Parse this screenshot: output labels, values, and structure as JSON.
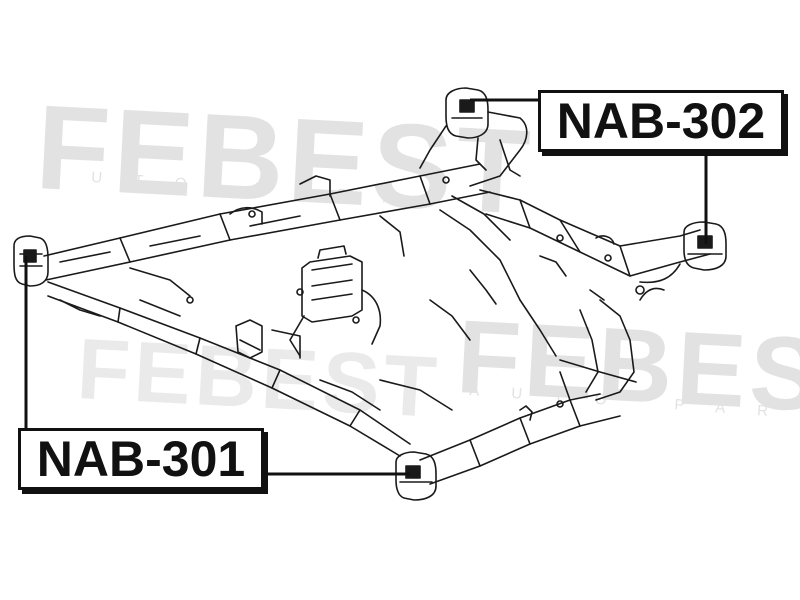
{
  "watermark": {
    "brand": "FEBEST",
    "subline": "AUTO PARTS",
    "color": "#e2e2e2"
  },
  "callouts": [
    {
      "id": "302",
      "label": "NAB-302"
    },
    {
      "id": "301",
      "label": "NAB-301"
    }
  ],
  "colors": {
    "ink": "#111111",
    "background": "#ffffff"
  }
}
